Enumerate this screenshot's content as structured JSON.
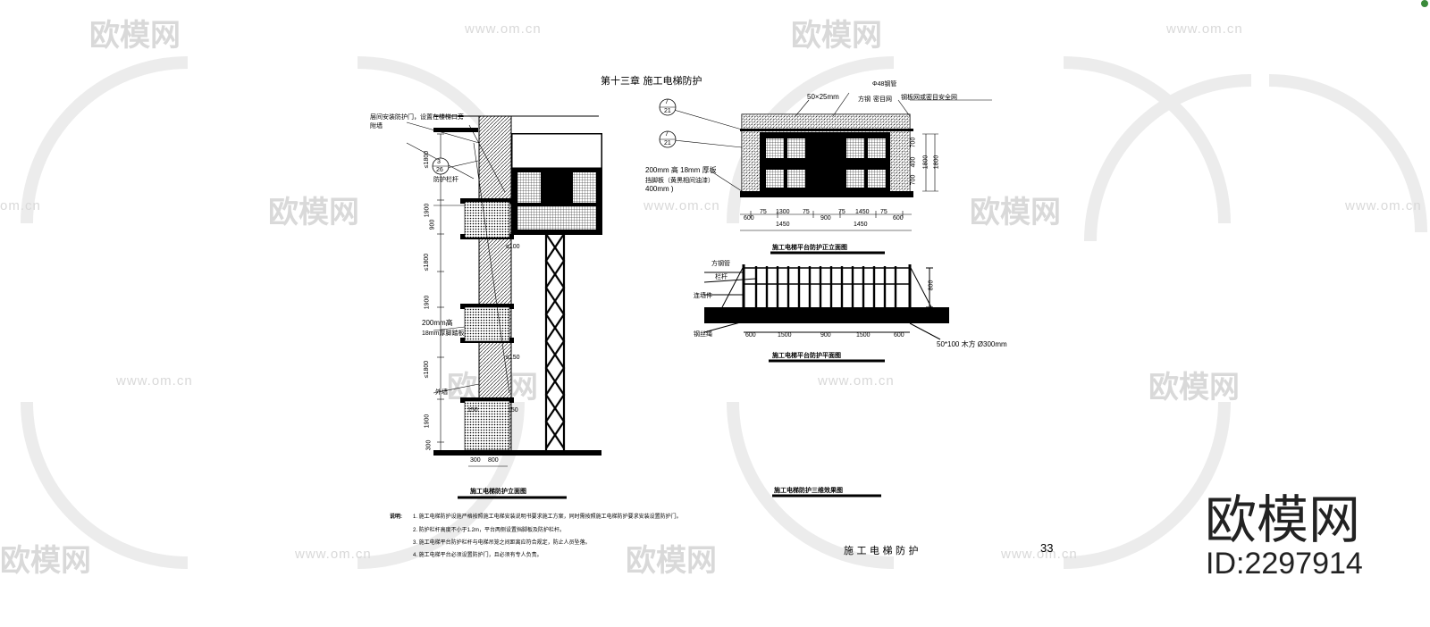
{
  "chapter_title": "第十三章    施工电梯防护",
  "page_footer_title": "施 工 电 梯 防 护",
  "page_number": "33",
  "watermark": {
    "brand": "欧模网",
    "url": "www.om.cn",
    "url_partial": "om.cn",
    "id": "ID:2297914"
  },
  "left_view": {
    "caption": "施工电梯防护立面图",
    "callout_top_note": "层间安装防护门，设置在楼梯口旁",
    "callout_top_note2": "附墙",
    "marker_num": "3",
    "marker_den": "26",
    "label_protect": "防护栏杆",
    "label_200": "200mm高",
    "label_18": "18mm厚脚踏板",
    "label_wall": "外墙",
    "dims_vertical": [
      "≤1800",
      "1900",
      "900",
      "≤1800",
      "1900",
      "≤1800",
      "1900",
      "300"
    ],
    "dims_small": [
      "≤100",
      "≤150",
      "150",
      "150"
    ],
    "dims_bottom": [
      "300",
      "800"
    ]
  },
  "right_top": {
    "caption": "施工电梯平台防护正立面图",
    "marker1_num": "7",
    "marker1_den": "21",
    "marker2_num": "7",
    "marker2_den": "21",
    "label_tube": "Φ48钢管",
    "label_50x25": "50×25mm",
    "label_mesh": "方钢",
    "label_mesh2": "密目网",
    "label_net": "钢板网或密目安全网",
    "label_200mm": "200mm   高   18mm   厚板",
    "label_toe": "挡脚板（黄黑相间油漆）",
    "label_400": "400mm    )",
    "dims_bottom": [
      "600",
      "75",
      "1300",
      "75",
      "900",
      "75",
      "1450",
      "75",
      "600"
    ],
    "dims_bottom2": [
      "1450",
      "1450"
    ],
    "dims_right": [
      "700",
      "400",
      "700",
      "1800",
      "1800"
    ]
  },
  "right_bottom": {
    "caption": "施工电梯平台防护平面图",
    "label_a": "方钢管",
    "label_b": "栏杆",
    "label_c": "连墙件",
    "label_d": "钢丝绳",
    "dim_h": "800",
    "dims_bottom": [
      "600",
      "1500",
      "900",
      "1500",
      "600"
    ],
    "note": "50*100  木方  Ø300mm"
  },
  "bottom_caption": "施工电梯防护三维效果图",
  "notes": {
    "label": "说明:",
    "items": [
      "1.  施工电梯防护设施严格按照施工电梯安装说明书要求施工方案，同时需按照施工电梯防护要求安装设置防护门。",
      "2.  防护栏杆高度不小于1.2m，平台两侧设置挡脚板及防护栏杆。",
      "3.  施工电梯平台防护栏杆与电梯吊笼之间距离应符合规定，防止人员坠落。",
      "4.  施工电梯平台必须设置防护门，且必须有专人负责。"
    ]
  }
}
